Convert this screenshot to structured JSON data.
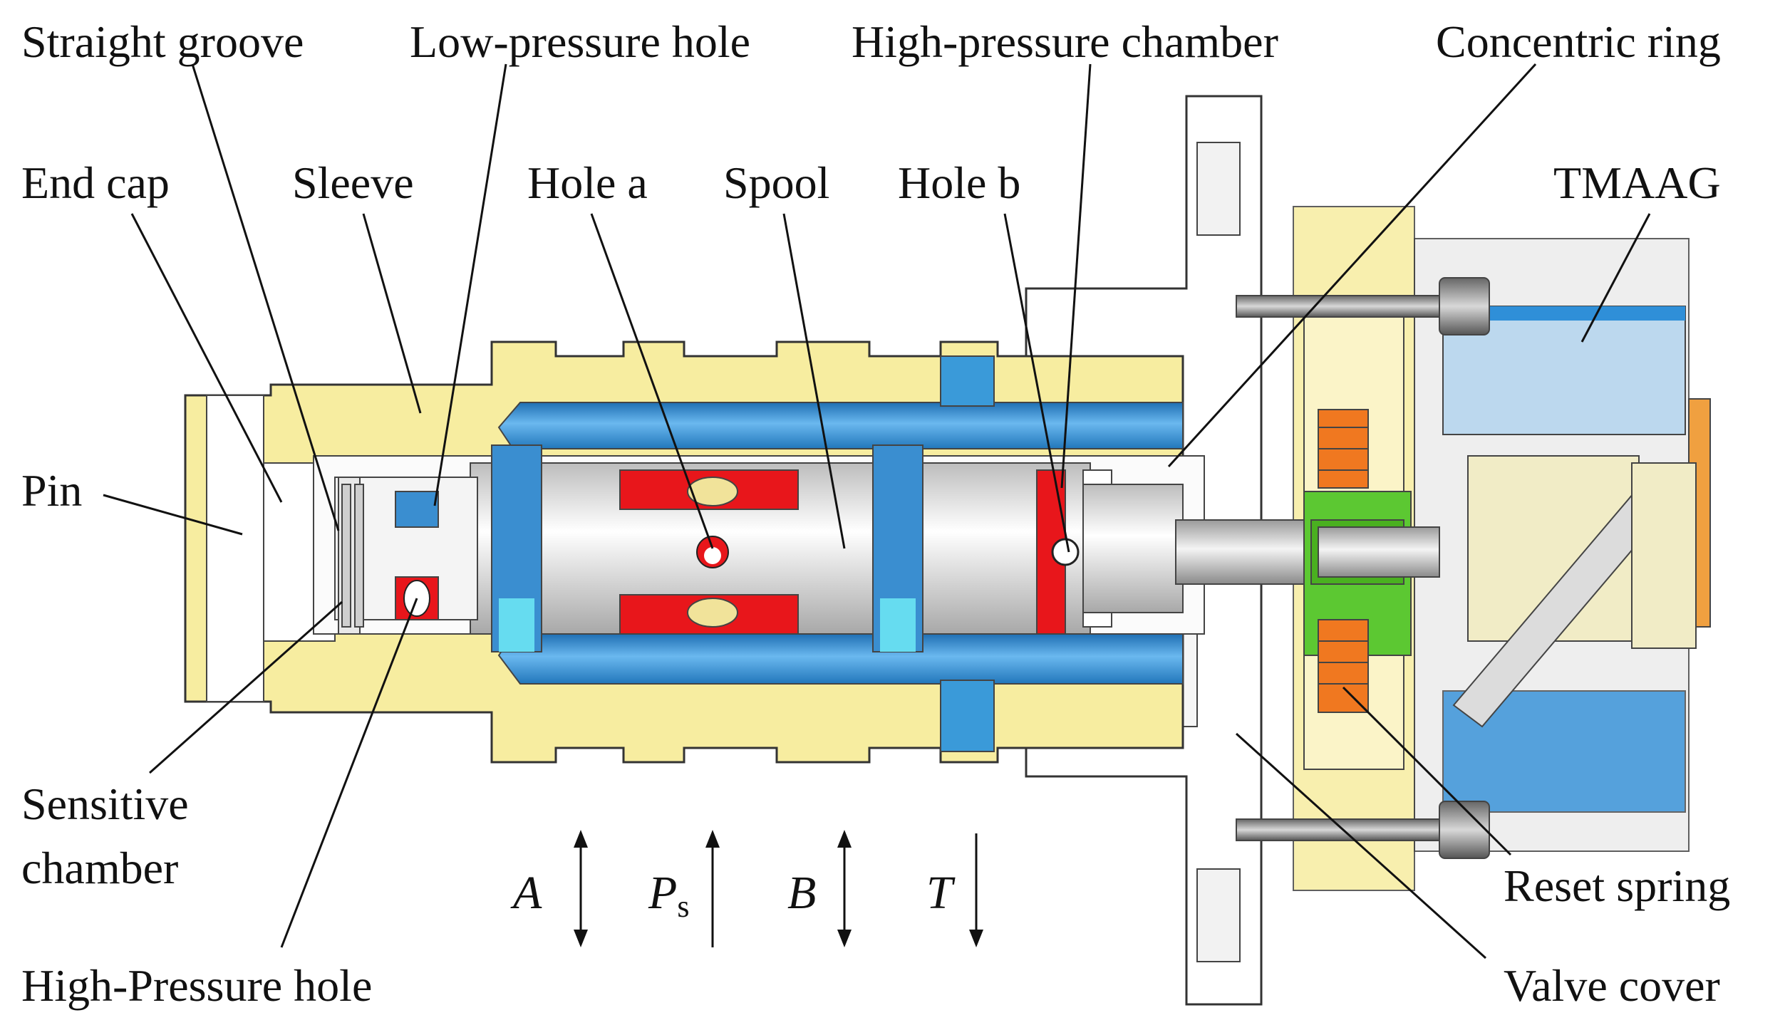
{
  "labels": {
    "straight_groove": "Straight groove",
    "low_pressure_hole": "Low-pressure hole",
    "high_pressure_chamber": "High-pressure chamber",
    "concentric_ring": "Concentric ring",
    "end_cap": "End cap",
    "sleeve": "Sleeve",
    "hole_a": "Hole a",
    "spool": "Spool",
    "hole_b": "Hole b",
    "tmaag": "TMAAG",
    "pin": "Pin",
    "sensitive_chamber_line1": "Sensitive",
    "sensitive_chamber_line2": "chamber",
    "high_pressure_hole": "High-Pressure hole",
    "reset_spring": "Reset spring",
    "valve_cover": "Valve cover"
  },
  "ports": {
    "a": "A",
    "ps_main": "P",
    "ps_sub": "s",
    "b": "B",
    "t": "T"
  },
  "colors": {
    "sleeve": "#f7eda0",
    "channel_blue": "#3a9ad9",
    "light_blue": "#66dcf0",
    "red": "#e8161b",
    "green": "#5cc832",
    "spring": "#f07820",
    "grey_body": "#e4e4e4",
    "orange": "#f0a040"
  }
}
